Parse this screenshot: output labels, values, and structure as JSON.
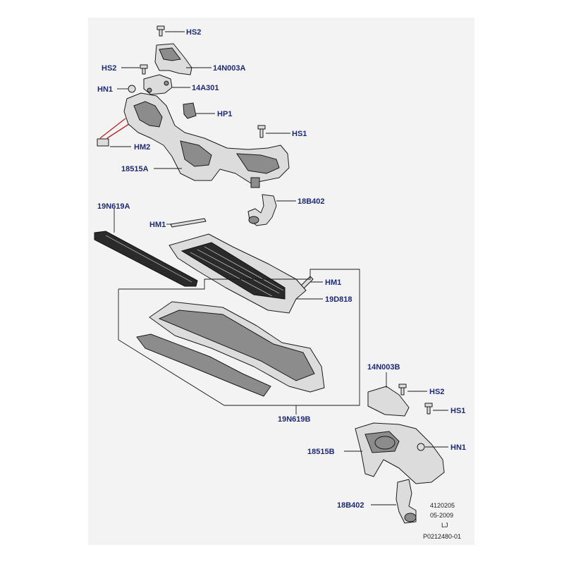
{
  "callouts": {
    "hs2_top": "HS2",
    "n14n003a": "14N003A",
    "hs2_mid": "HS2",
    "hn1_top": "HN1",
    "n14a301": "14A301",
    "hp1": "HP1",
    "hs1_top": "HS1",
    "hm2": "HM2",
    "n18515a": "18515A",
    "n18b402_top": "18B402",
    "n19n619a": "19N619A",
    "hm1_left": "HM1",
    "hm1_right": "HM1",
    "n19d818": "19D818",
    "n14n003b": "14N003B",
    "hs2_bottom": "HS2",
    "hs1_bottom": "HS1",
    "n18515b": "18515B",
    "hn1_bottom": "HN1",
    "n19n619b": "19N619B",
    "n18b402_bottom": "18B402"
  },
  "footer": {
    "code": "4120205",
    "date": "05-2009",
    "initials": "LJ",
    "ref": "P0212480-01"
  },
  "colors": {
    "callout_text": "#1e2a78",
    "background": "#f3f3f3",
    "leader_arrow": "#c0262d"
  }
}
